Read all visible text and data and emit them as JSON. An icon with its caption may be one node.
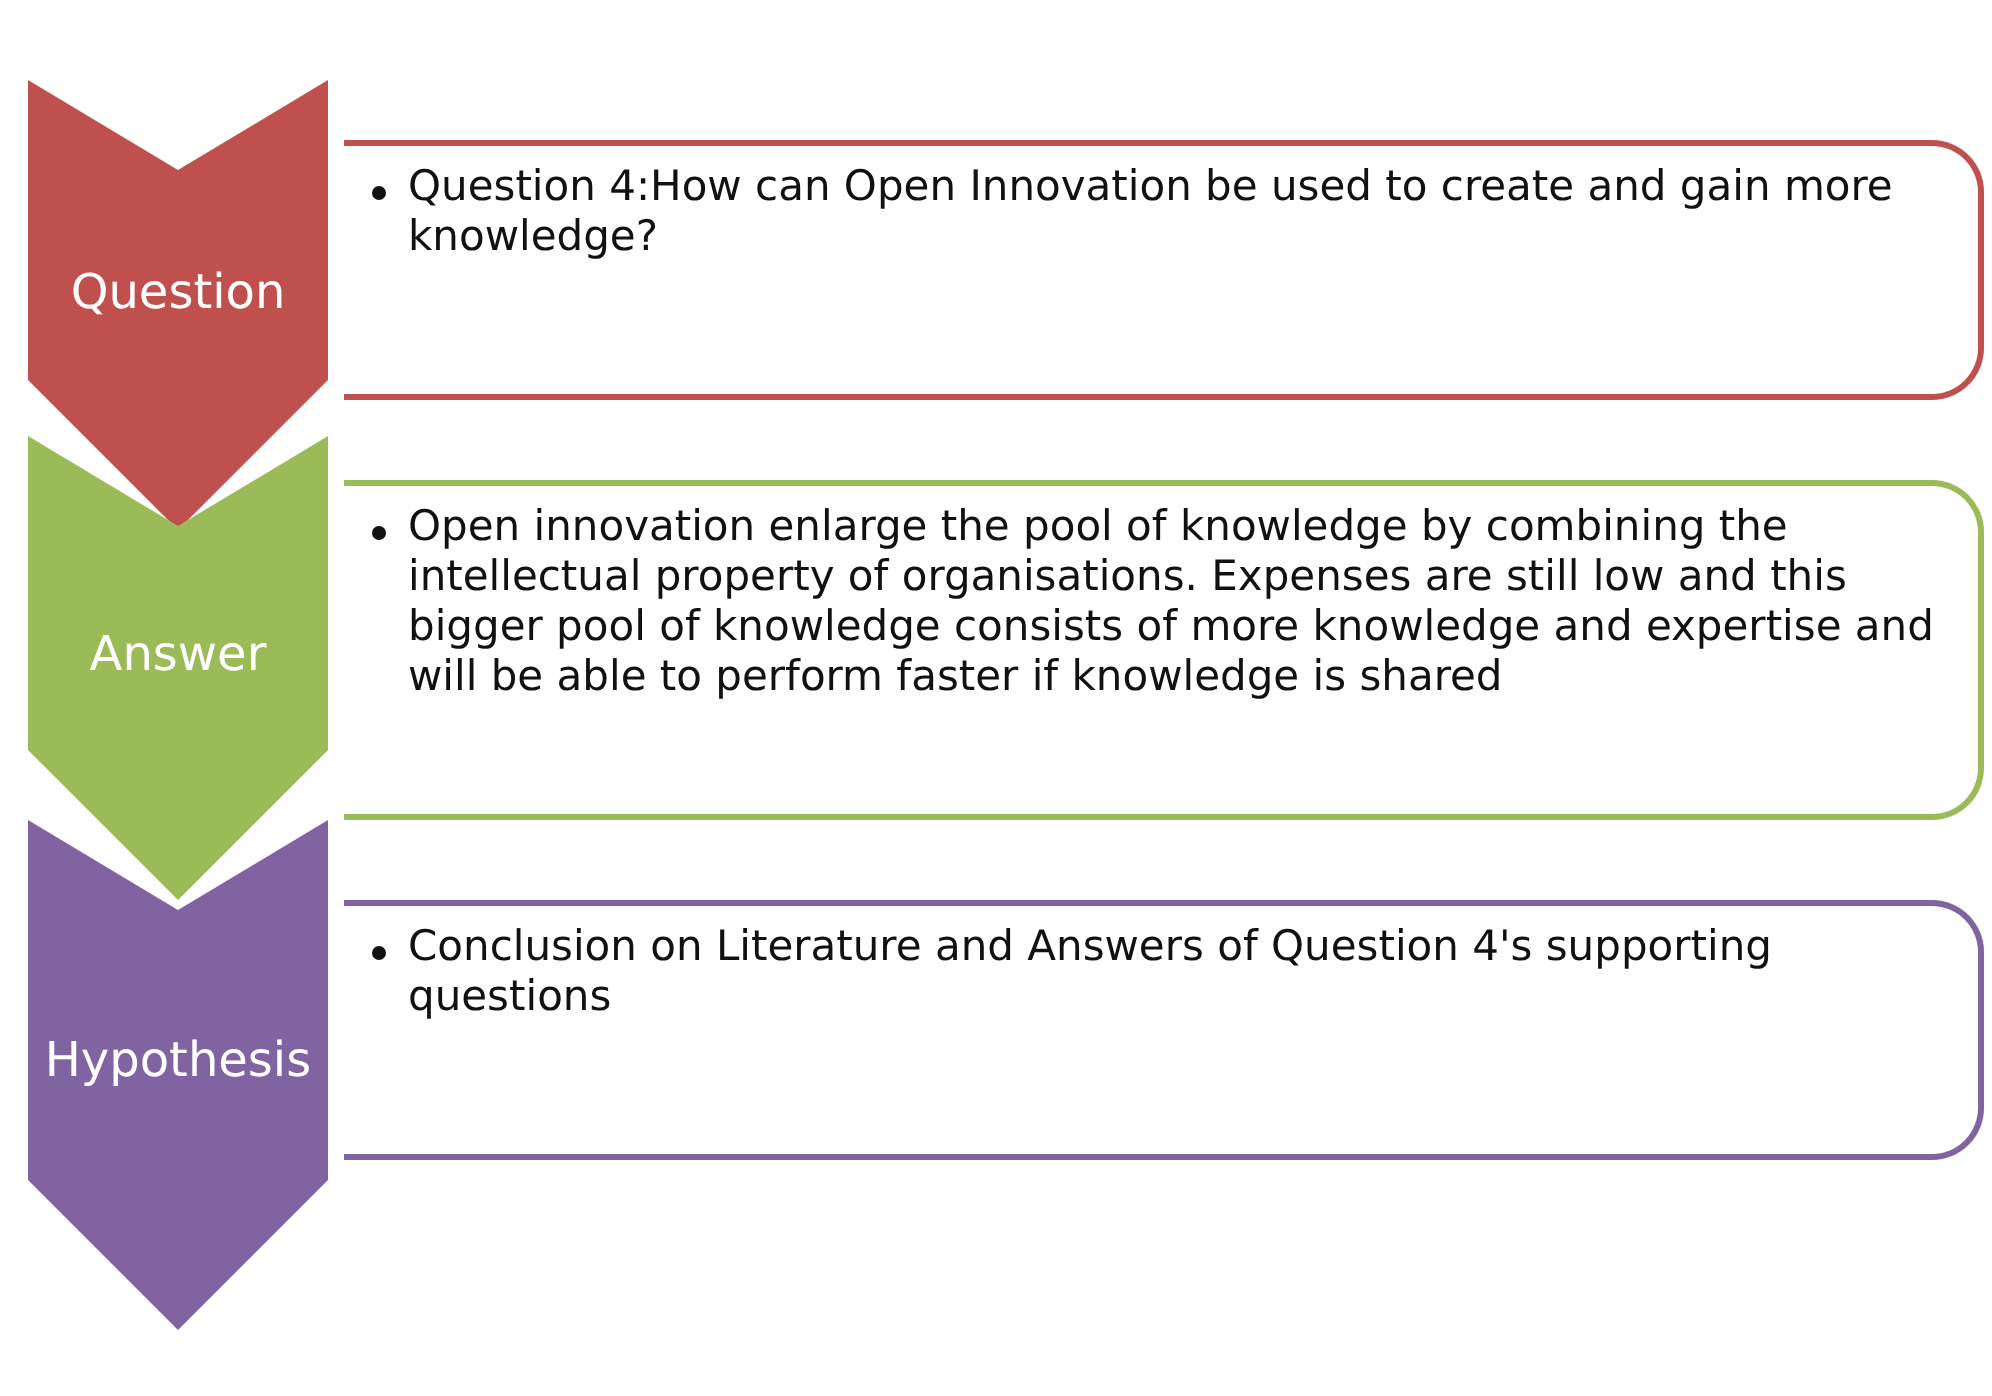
{
  "diagram": {
    "nodes": [
      {
        "text": [
          "Question"
        ]
      },
      {
        "text": [
          "Question 4:How can Open Innovation be used to create and gain more knowledge?"
        ]
      },
      {
        "text": [
          "Answer"
        ]
      },
      {
        "text": [
          "Open innovation enlarge the pool of knowledge by combining the intellectual property of organisations. Expenses are still low and this bigger pool of knowledge consists of more knowledge and expertise and will be able to perform faster if knowledge is shared"
        ]
      },
      {
        "text": [
          "Hypothesis"
        ]
      },
      {
        "text": [
          "Conclusion on Literature and Answers of Question 4's supporting questions"
        ]
      }
    ],
    "edges": []
  }
}
